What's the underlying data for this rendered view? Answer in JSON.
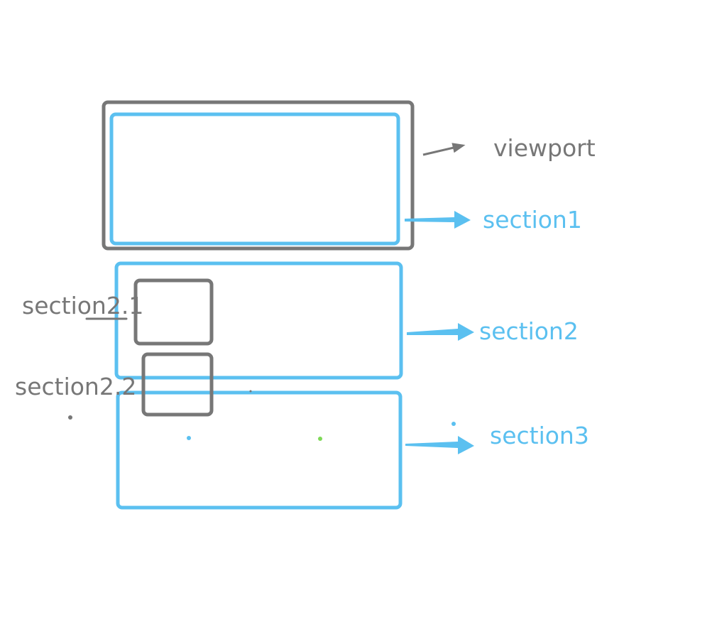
{
  "colors": {
    "gray": "#777777",
    "blue": "#5bc0f0",
    "green": "#7ed957",
    "background": "#ffffff"
  },
  "labels": {
    "viewport": "viewport",
    "section1": "section1",
    "section2": "section2",
    "section3": "section3",
    "section2_1": "section2.1",
    "section2_2": "section2.2"
  }
}
